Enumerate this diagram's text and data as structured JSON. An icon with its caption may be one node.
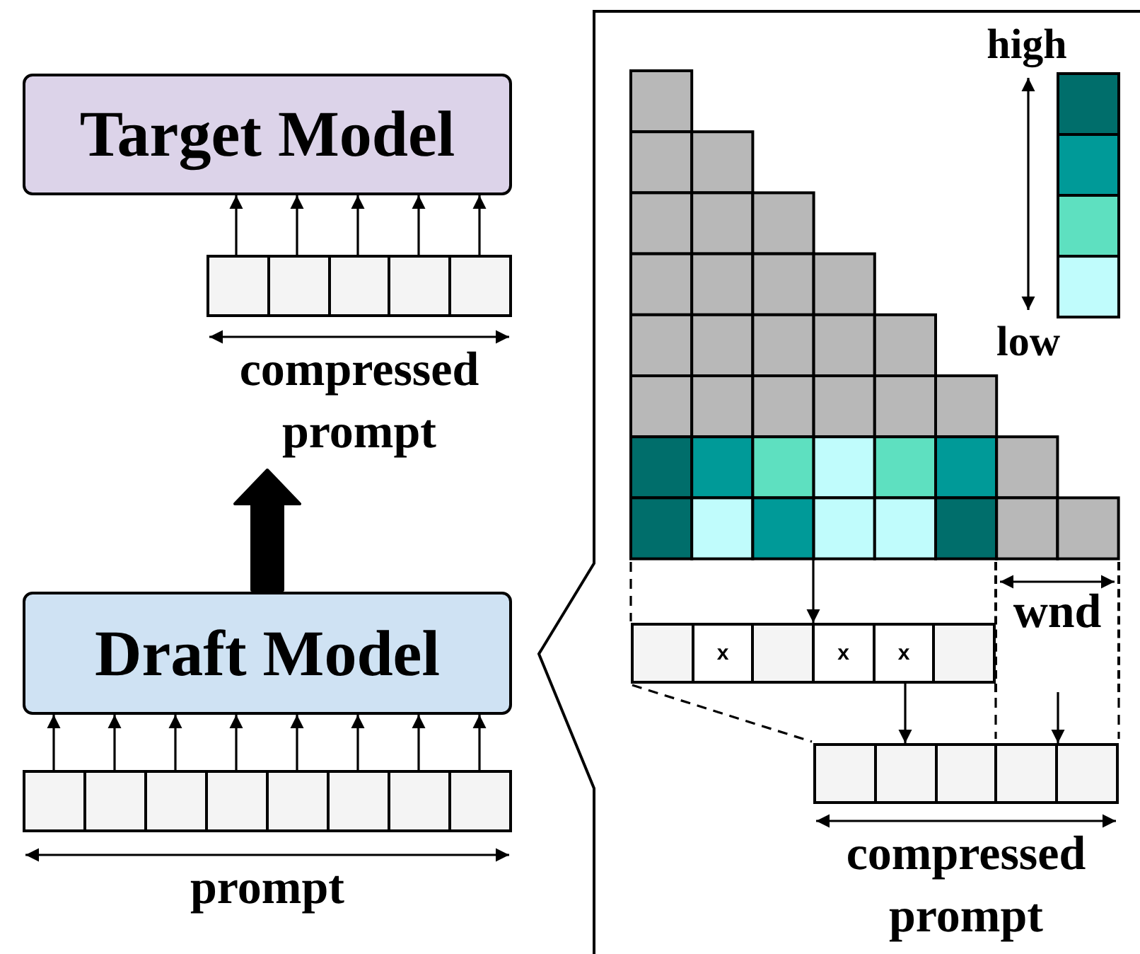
{
  "diagram": {
    "nodes": [
      {
        "text": [
          "Target Model"
        ]
      },
      {
        "text": [],
        "shape": "bar",
        "beside": [
          "compressed prompt"
        ]
      },
      {
        "text": [
          "Draft Model"
        ]
      },
      {
        "text": [],
        "shape": "bar",
        "beside": [
          "prompt"
        ]
      },
      {
        "text": [],
        "shape": "box"
      },
      {
        "text": [
          "x",
          "x",
          "x"
        ]
      },
      {
        "text": [],
        "shape": "bar",
        "beside": [
          "compressed prompt"
        ]
      },
      {
        "text": [
          "wnd"
        ]
      }
    ],
    "edges": [
      {
        "from": 1,
        "to": 0,
        "arrow": "to"
      },
      {
        "from": 1,
        "to": 0,
        "arrow": "to"
      },
      {
        "from": 1,
        "to": 0,
        "arrow": "to"
      },
      {
        "from": 1,
        "to": 0,
        "arrow": "to"
      },
      {
        "from": 1,
        "to": 0,
        "arrow": "to"
      },
      {
        "from": 2,
        "to": 1,
        "arrow": "to",
        "style": "thick"
      },
      {
        "from": 3,
        "to": 2,
        "arrow": "to"
      },
      {
        "from": 3,
        "to": 2,
        "arrow": "to"
      },
      {
        "from": 3,
        "to": 2,
        "arrow": "to"
      },
      {
        "from": 3,
        "to": 2,
        "arrow": "to"
      },
      {
        "from": 3,
        "to": 2,
        "arrow": "to"
      },
      {
        "from": 3,
        "to": 2,
        "arrow": "to"
      },
      {
        "from": 3,
        "to": 2,
        "arrow": "to"
      },
      {
        "from": 3,
        "to": 2,
        "arrow": "to"
      },
      {
        "from": 4,
        "to": 5,
        "arrow": "to"
      },
      {
        "from": 5,
        "to": 6,
        "arrow": "to"
      },
      {
        "from": 7,
        "to": 6,
        "arrow": "to"
      }
    ],
    "labels": [
      "high",
      "low"
    ]
  }
}
